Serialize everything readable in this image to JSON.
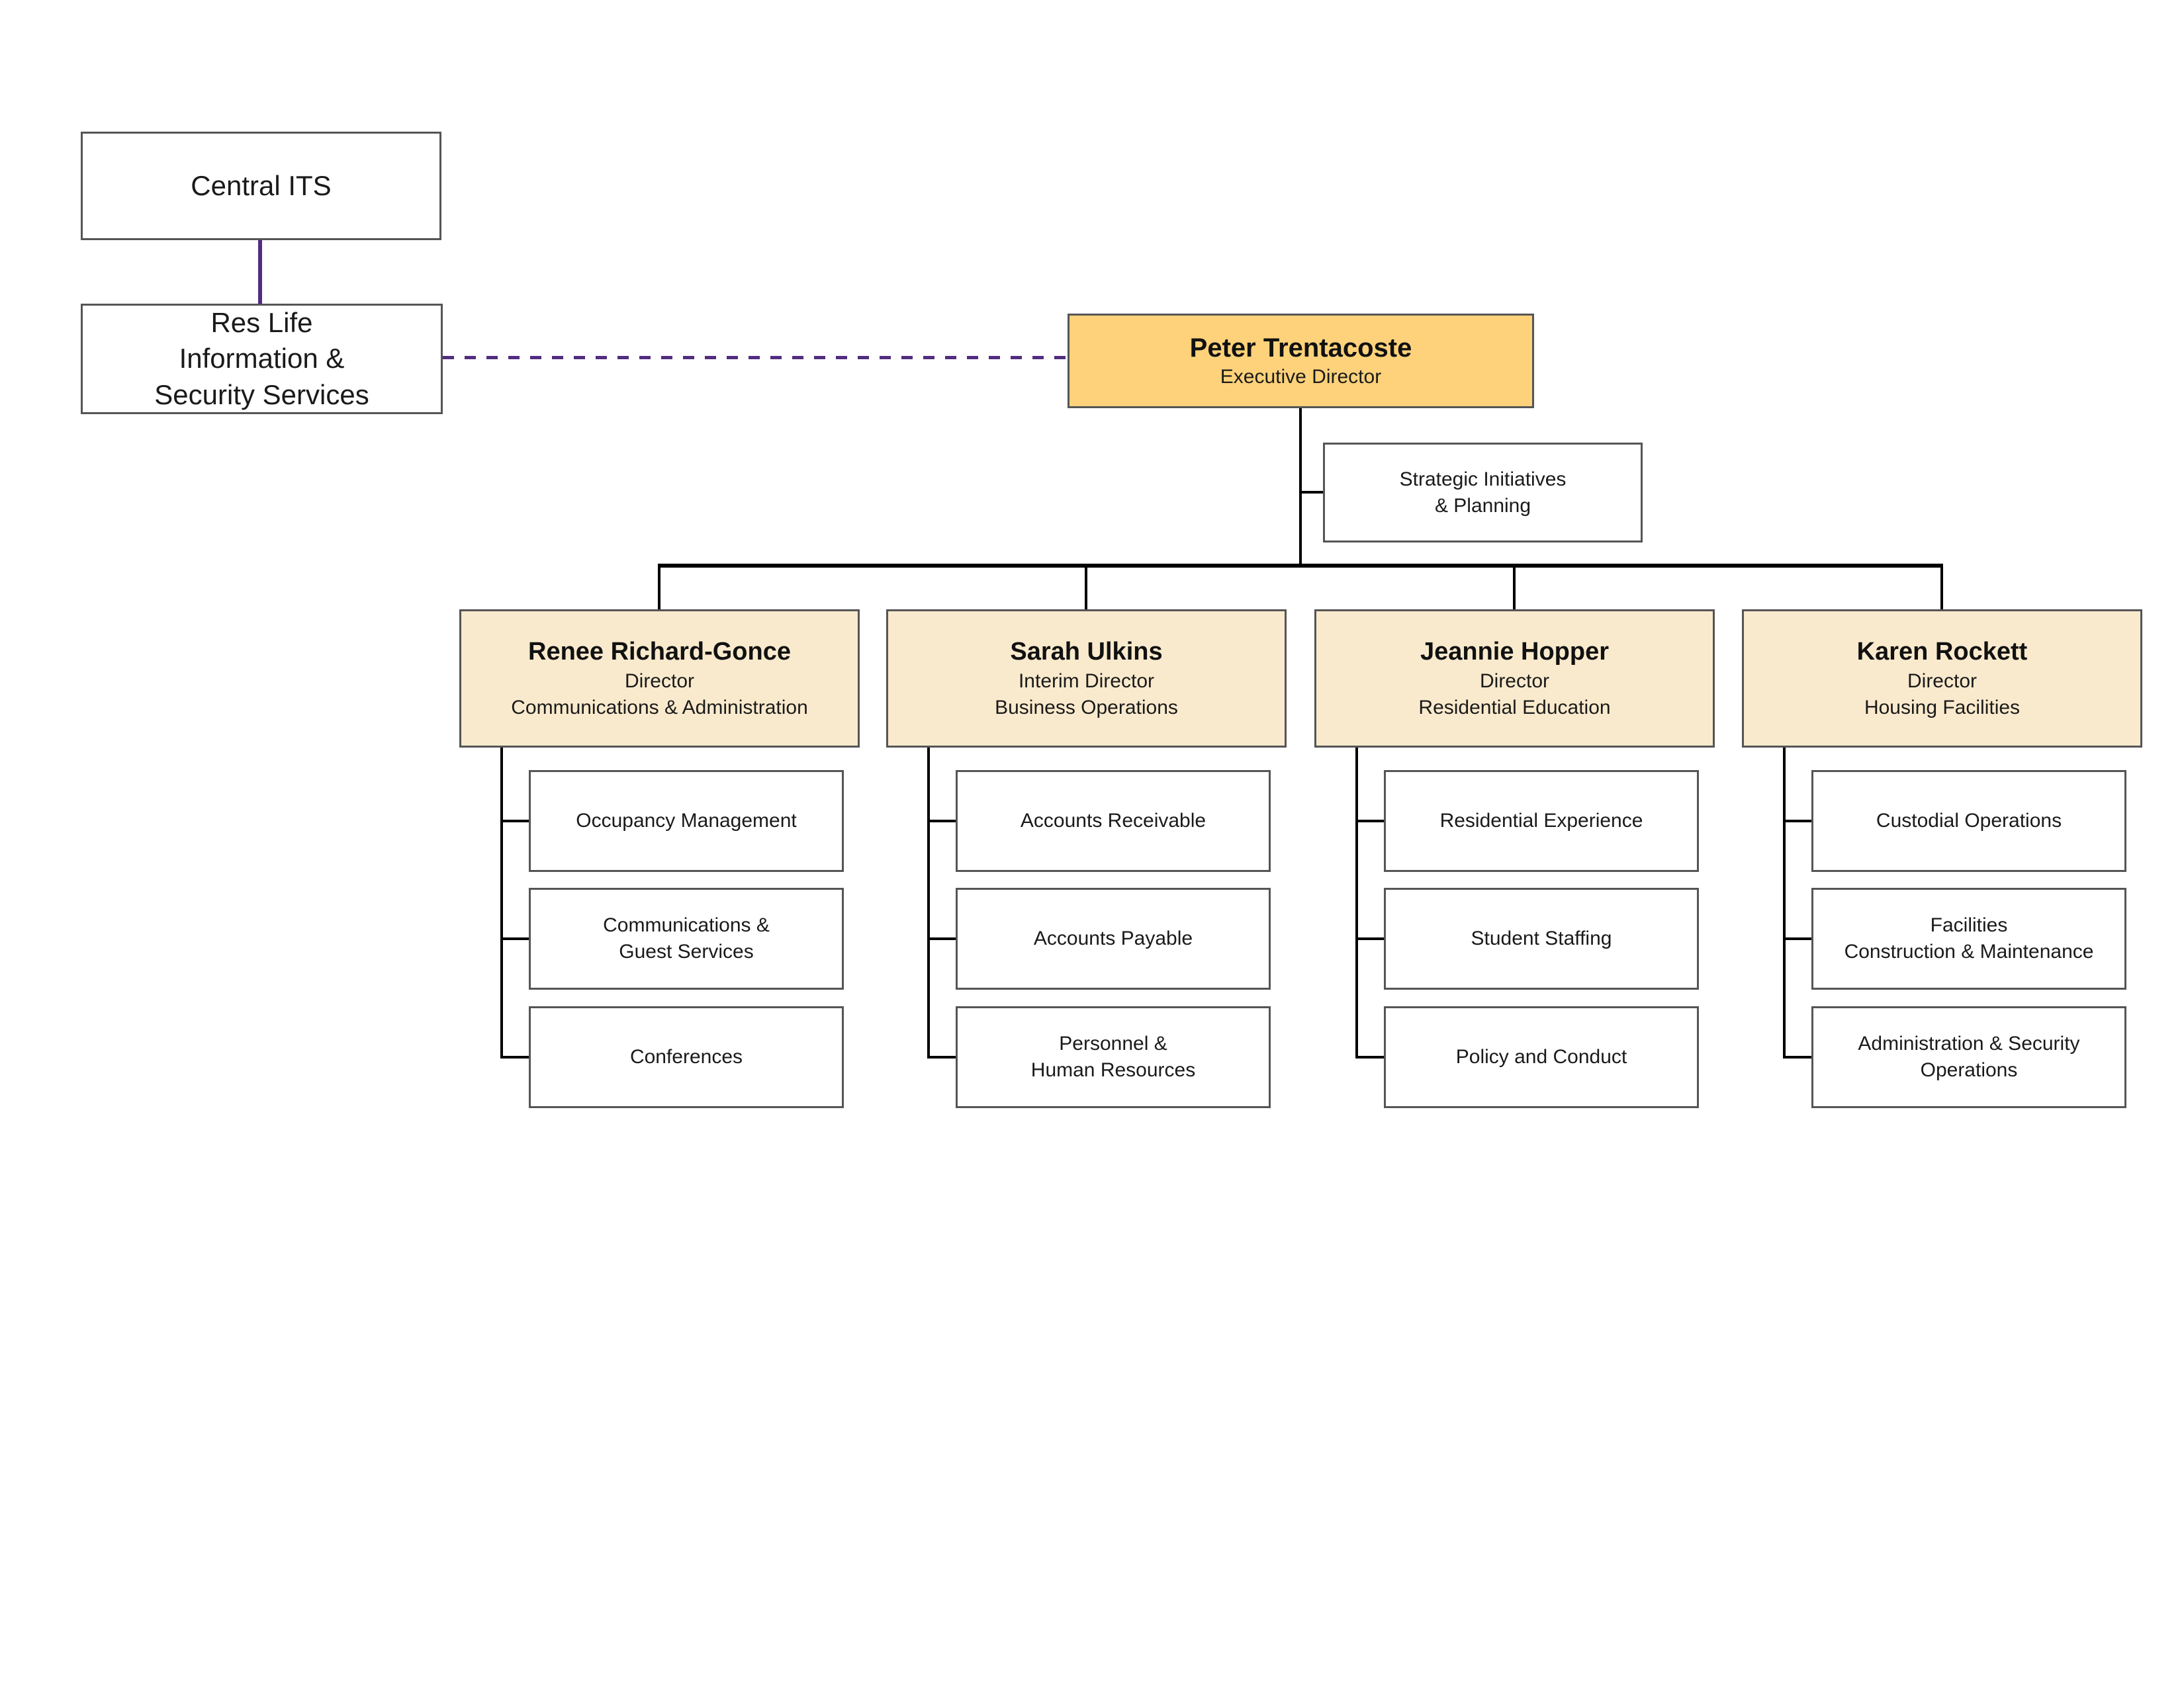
{
  "colors": {
    "purple_line": "#522D80",
    "executive_fill": "#FDD27A",
    "director_fill": "#FAEACD",
    "box_border": "#555555",
    "connector_black": "#000000",
    "background": "#FFFFFF"
  },
  "chart": {
    "central_its": "Central ITS",
    "res_life": "Res Life\nInformation &\nSecurity Services",
    "executive": {
      "name": "Peter Trentacoste",
      "title": "Executive Director"
    },
    "strategic": "Strategic Initiatives\n& Planning",
    "directors": [
      {
        "name": "Renee Richard-Gonce",
        "title": "Director",
        "department": "Communications & Administration",
        "reports": [
          "Occupancy Management",
          "Communications &\nGuest Services",
          "Conferences"
        ]
      },
      {
        "name": "Sarah Ulkins",
        "title": "Interim Director",
        "department": "Business Operations",
        "reports": [
          "Accounts Receivable",
          "Accounts Payable",
          "Personnel &\nHuman Resources"
        ]
      },
      {
        "name": "Jeannie Hopper",
        "title": "Director",
        "department": "Residential Education",
        "reports": [
          "Residential Experience",
          "Student Staffing",
          "Policy and Conduct"
        ]
      },
      {
        "name": "Karen Rockett",
        "title": "Director",
        "department": "Housing Facilities",
        "reports": [
          "Custodial Operations",
          "Facilities\nConstruction & Maintenance",
          "Administration & Security\nOperations"
        ]
      }
    ]
  }
}
